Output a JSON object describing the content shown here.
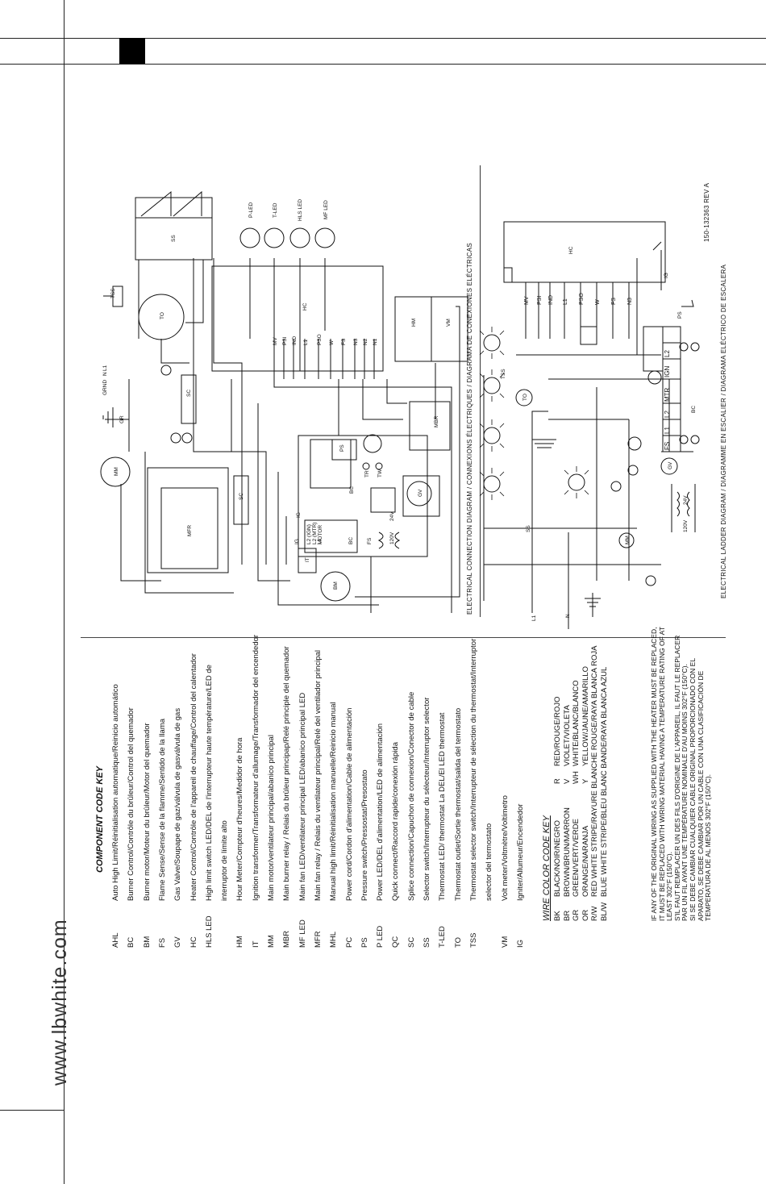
{
  "website": "www.lbwhite.com",
  "component_key": {
    "title": "COMPONENT CODE KEY",
    "items": [
      {
        "code": "AHL",
        "desc": "Auto High Limit/Réinitialisation automatique/Reinicio automático"
      },
      {
        "code": "BC",
        "desc": "Burner Control/Contrôle du brûleur/Control del quemador"
      },
      {
        "code": "BM",
        "desc": "Burner motor/Moteur du brûleur/Motor del quemador"
      },
      {
        "code": "FS",
        "desc": "Flame Sense/Sense de la flamme/Sentido de la llama"
      },
      {
        "code": "GV",
        "desc": "Gas Valve/Soupape de gaz/válvula de gasválvula de gas"
      },
      {
        "code": "HC",
        "desc": "Heater Control/Contrôle de l'appareil de chauffage/Control del calentador"
      },
      {
        "code": "HLS LED",
        "desc": "High limit switch LED/DEL de l'interrupteur haute température/LED de"
      },
      {
        "code": "",
        "desc": "interruptor de límite alto"
      },
      {
        "code": "HM",
        "desc": "Hour Meter/Compteur d'heures/Medidor de hora"
      },
      {
        "code": "IT",
        "desc": "Ignition transformer/Transformateur d'allumage/Transformador del encendedor"
      },
      {
        "code": "MM",
        "desc": "Main motor/ventilateur principal/abanico principal"
      },
      {
        "code": "MBR",
        "desc": "Main burner relay / Relais du brûleur principap/Relé principle del quemador"
      },
      {
        "code": "MF LED",
        "desc": "Main fan LED/ventilateur principal LED/abanico principal LED"
      },
      {
        "code": "MFR",
        "desc": "Main fan relay / Relais du ventilateur principal/Relé del ventilador principal"
      },
      {
        "code": "MHL",
        "desc": "Manual high limit/Réinitialisation manuelle/Reinicio manual"
      },
      {
        "code": "PC",
        "desc": "Power cord/Cordon d'alimentation/Cable de alimentación"
      },
      {
        "code": "PS",
        "desc": "Pressure switch/Pressostat/Presostato"
      },
      {
        "code": "P LED",
        "desc": "Power LED/DEL d'alimentation/LED de alimentación"
      },
      {
        "code": "QC",
        "desc": "Quick connect/Raccord rapide/conexión rápida"
      },
      {
        "code": "SC",
        "desc": "Splice connection/Capuchon de connexion/Conector de cable"
      },
      {
        "code": "SS",
        "desc": "Selector switch/Interrupteur du sélecteur/Interruptor selector"
      },
      {
        "code": "T-LED",
        "desc": "Thermostat LED/ thermostat La DEL/El LED thermostat"
      },
      {
        "code": "TO",
        "desc": "Thermostat outlet/Sortie thermostat/salida del termostato"
      },
      {
        "code": "TSS",
        "desc": "Thermostat selector switch/Interrupteur de sélection du thermostat/Interruptor"
      },
      {
        "code": "",
        "desc": "selector del termostato"
      },
      {
        "code": "VM",
        "desc": "Volt meter/Voltmètre/Voltímetro"
      },
      {
        "code": "IG",
        "desc": "Igniter/Allumeur/Encendedor"
      }
    ]
  },
  "wire_key": {
    "title": "WIRE COLOR CODE KEY",
    "rows": [
      {
        "code": "BK",
        "desc": "BLACK/NOIR/NEGRO",
        "code2": "R",
        "desc2": "RED/ROUGE/ROJO"
      },
      {
        "code": "BR",
        "desc": "BROWN/BRUN/MARRON",
        "code2": "V",
        "desc2": "VIOLET/VIOLETA"
      },
      {
        "code": "GR",
        "desc": "GREEN/VERT/VERDE",
        "code2": "WH",
        "desc2": "WHITE/BLANC/BLANCO"
      },
      {
        "code": "OR",
        "desc": "ORANGE/NARANJA",
        "code2": "Y",
        "desc2": "YELLOW/JAUNE/AMARILLO"
      },
      {
        "code": "R/W",
        "desc": "RED WHITE STRIPE/RAYURE BLANCHE ROUGE/RAYA BLANCA ROJA",
        "code2": "",
        "desc2": ""
      },
      {
        "code": "BL/W",
        "desc": "BLUE WHITE STRIPE/BLEU BLANC BANDE/RAYA BLANCA AZUL",
        "code2": "",
        "desc2": ""
      }
    ]
  },
  "warning": {
    "lines": [
      "IF ANY OF THE ORIGINAL WIRING AS SUPPLIED WITH THE HEATER MUST BE REPLACED,",
      "IT MUST BE REPLACED WITH WIRING MATERIAL HAVING A TEMPERATURE RATING OF AT",
      "LEAST 302°F (150°C).",
      "S'IL FAUT REMPLACER UN DES FILS D'ORIGINE DE L'APPAREIL, IL FAUT LE REPLACER",
      "PAR UN FIL AYANT UNE TEMPÉRATURE NOMINALE D'AU MOINS 302°F (150°C).",
      "SI SE DEBE CAMBIAR CUALQUIER CABLE ORIGINAL PROPORCIONADO CON EL",
      "APARATO, SE DEBE CAMBIAR POR UN CABLE CON UNA CLASIFICACIÓN DE",
      "TEMPERATURA DE AL MENOS 302°F (150°C)."
    ]
  },
  "diagrams": {
    "connection_title": "ELECTRICAL CONNECTION DIAGRAM / CONNEXIONS ÉLECTRIQUES / DIAGRAMA DE CONEXIONES ELÉCTRICAS",
    "ladder_title": "ELECTRICAL LADDER DIAGRAM / DIAGRAMME EN ESCALIER / DIAGRAMA ELÉCTRICO DE ESCALERA",
    "part_number": "150-132363 REV A",
    "labels": {
      "tss": "TSS",
      "to": "TO",
      "hc": "HC",
      "ss": "SS",
      "sc": "SC",
      "mm": "MM",
      "mfr": "MFR",
      "bc": "BC",
      "gv": "GV",
      "bm": "BM",
      "it": "IT",
      "hm": "HM",
      "vm": "VM",
      "ps": "PS",
      "mbr": "MBR",
      "p_led": "P-LED",
      "t_led": "T-LED",
      "hls_led": "HLS LED",
      "mf_led": "MF LED",
      "grnd": "GRND",
      "n": "N",
      "l1": "L1",
      "gr": "GR",
      "hc_terms": [
        "MV",
        "PSI",
        "IND",
        "L1",
        "PSO",
        "W",
        "FS",
        "N3",
        "N2",
        "N1"
      ],
      "bc_terms": [
        "IG",
        "L2 (IGN)",
        "L2 (MTR)",
        "MOTOR",
        "BC",
        "L1",
        "FS"
      ],
      "ladder_terms": [
        "FS",
        "L1",
        "L2",
        "MTR",
        "IGN",
        "L2"
      ],
      "v24": "24V",
      "v120": "120V",
      "tr": "TR",
      "tw": "TW",
      "ig": "IG"
    }
  }
}
